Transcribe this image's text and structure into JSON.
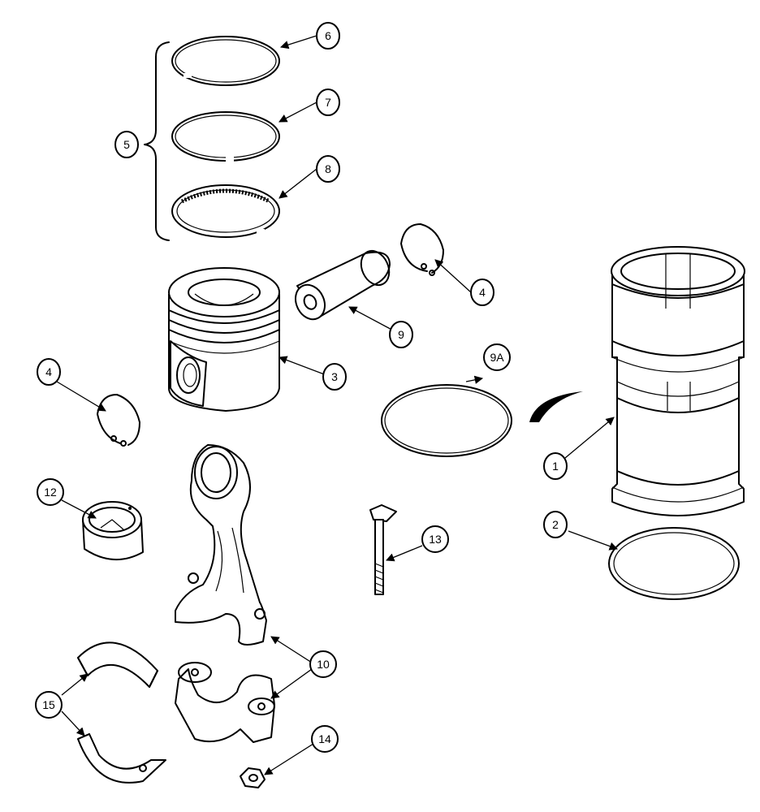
{
  "figure": {
    "background": "#ffffff",
    "ink": "#000000",
    "callouts": [
      {
        "id": "c1",
        "label": "1"
      },
      {
        "id": "c2",
        "label": "2"
      },
      {
        "id": "c3",
        "label": "3"
      },
      {
        "id": "c4a",
        "label": "4"
      },
      {
        "id": "c4b",
        "label": "4"
      },
      {
        "id": "c5",
        "label": "5"
      },
      {
        "id": "c6",
        "label": "6"
      },
      {
        "id": "c7",
        "label": "7"
      },
      {
        "id": "c8",
        "label": "8"
      },
      {
        "id": "c9",
        "label": "9"
      },
      {
        "id": "c9a",
        "label": "9A"
      },
      {
        "id": "c10",
        "label": "10"
      },
      {
        "id": "c12",
        "label": "12"
      },
      {
        "id": "c13",
        "label": "13"
      },
      {
        "id": "c14",
        "label": "14"
      },
      {
        "id": "c15",
        "label": "15"
      }
    ]
  }
}
